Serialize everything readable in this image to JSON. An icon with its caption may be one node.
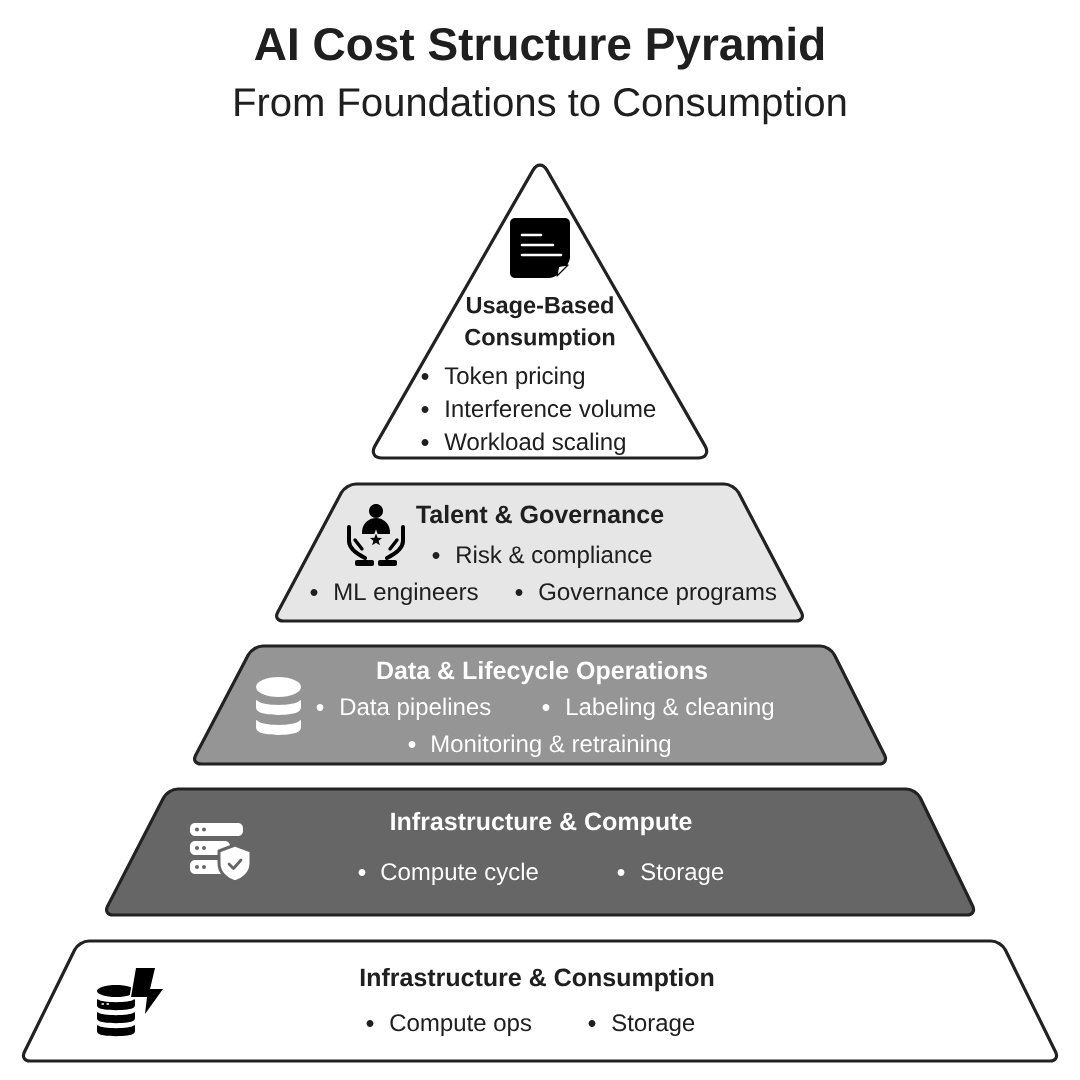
{
  "diagram": {
    "title": "AI Cost Structure Pyramid",
    "nodes": [
      {
        "text": [
          "Usage-Based Consumption",
          "Token pricing",
          "Interference volume",
          "Workload scaling"
        ]
      },
      {
        "text": [
          "Talent & Governance",
          "Risk & compliance",
          "ML engineers",
          "Governance programs"
        ]
      },
      {
        "text": [
          "Data & Lifecycle Operations",
          "Data pipelines",
          "Labeling & cleaning",
          "Monitoring & retraining"
        ]
      },
      {
        "text": [
          "Infrastructure & Compute",
          "Compute cycle",
          "Storage"
        ]
      },
      {
        "text": [
          "Infrastructure & Consumption",
          "Compute ops",
          "Storage"
        ]
      }
    ],
    "labels": [
      "From Foundations to Consumption"
    ]
  }
}
